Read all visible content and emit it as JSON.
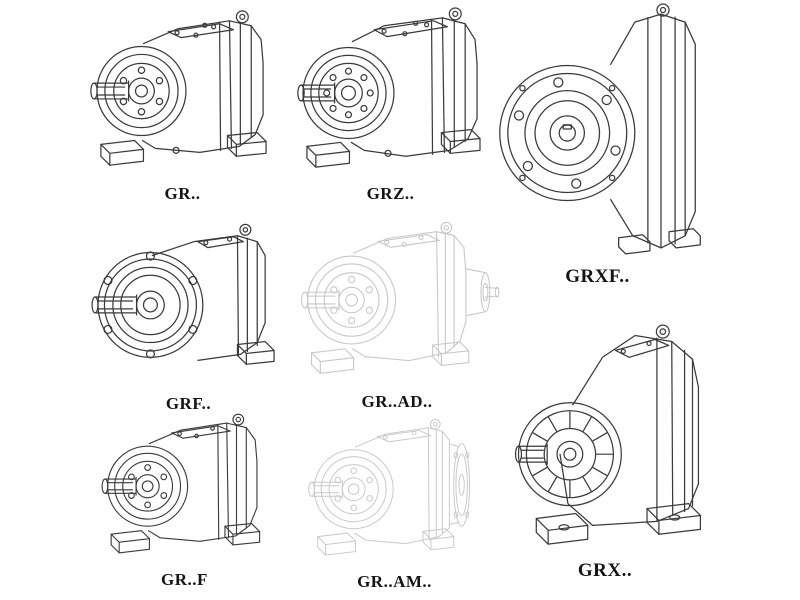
{
  "page": {
    "background": "#ffffff"
  },
  "colors": {
    "line": "#3a3a3a",
    "phantom_line": "#c8c8c8",
    "label_text": "#141414"
  },
  "figures": [
    {
      "id": "gr",
      "label": "GR..",
      "render": "solid",
      "view": "foot-mounted helical gear reducer, input shaft left"
    },
    {
      "id": "grz",
      "label": "GRZ..",
      "render": "solid",
      "view": "foot-mounted helical gear reducer, wider housing"
    },
    {
      "id": "grxf",
      "label": "GRXF..",
      "render": "solid",
      "view": "large flange-mounted helical gear reducer"
    },
    {
      "id": "grf",
      "label": "GRF..",
      "render": "solid",
      "view": "flange-mounted helical gear reducer with shaft"
    },
    {
      "id": "grad",
      "label": "GR..AD..",
      "render": "phantom",
      "view": "gear reducer with input adapter, phantom lines"
    },
    {
      "id": "grff",
      "label": "GR..F",
      "render": "solid",
      "view": "foot-mounted helical gear reducer"
    },
    {
      "id": "gram",
      "label": "GR..AM..",
      "render": "phantom",
      "view": "gear reducer with IEC motor flange, phantom lines"
    },
    {
      "id": "grx",
      "label": "GRX..",
      "render": "solid",
      "view": "large foot-mounted helical gear reducer with cooling fins"
    }
  ]
}
